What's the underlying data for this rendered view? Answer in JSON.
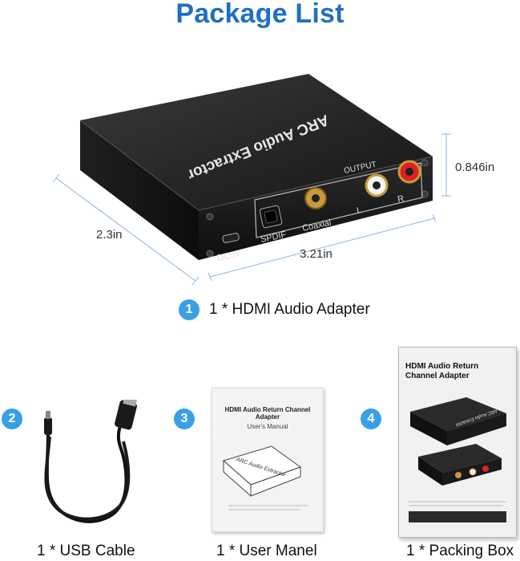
{
  "title": "Package List",
  "device": {
    "top_label": "ARC Audio Extractor",
    "output_label": "OUTPUT",
    "spdif_label": "SPDIF",
    "coaxial_label": "Coaxial",
    "l_label": "L",
    "r_label": "R",
    "dc_label": "DC5V"
  },
  "dimensions": {
    "height": "0.846in",
    "depth": "2.3in",
    "width": "3.21in"
  },
  "items": [
    {
      "number": "1",
      "label": "1 * HDMI Audio Adapter"
    },
    {
      "number": "2",
      "label": "1 * USB Cable"
    },
    {
      "number": "3",
      "label": "1 * User Manel"
    },
    {
      "number": "4",
      "label": "1 * Packing Box"
    }
  ],
  "manual": {
    "title": "HDMI Audio Return Channel Adapter",
    "subtitle": "User's Manual",
    "device_label": "ARC Audio Extractor"
  },
  "box": {
    "title": "HDMI Audio Return Channel Adapter",
    "device_label": "ARC Audio Extractor"
  },
  "colors": {
    "title": "#1f6fc5",
    "badge": "#3aa0e6",
    "device": "#1b1b1b"
  }
}
